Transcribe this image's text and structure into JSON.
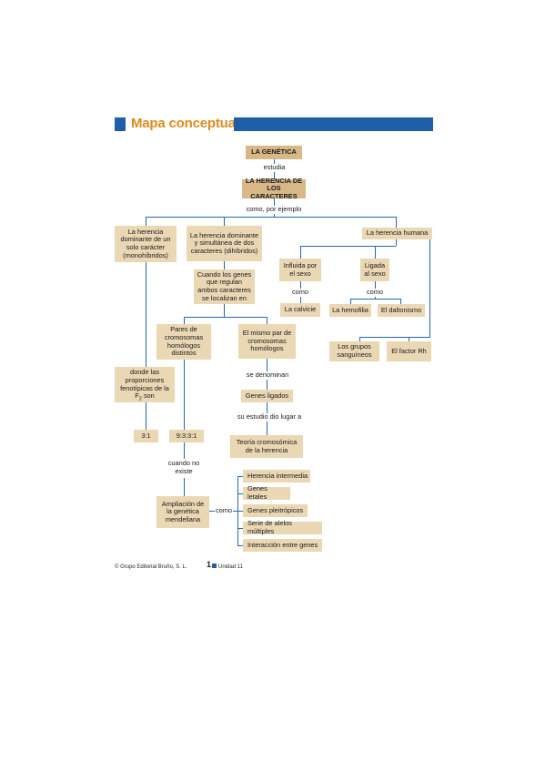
{
  "header": {
    "title": "Mapa conceptual"
  },
  "nodes": {
    "genetica": "LA GENÉTICA",
    "herencia_caracteres": "LA HERENCIA DE LOS CARACTERES",
    "monohibridos": "La herencia dominante de un solo carácter (monohíbridos)",
    "dihibridos": "La herencia dominante y simultánea de dos caracteres (dihíbridos)",
    "herencia_humana": "La herencia humana",
    "genes_regulan": "Cuando los genes que regulan ambos caracteres se localizan en",
    "influida_sexo": "Influida por el sexo",
    "ligada_sexo": "Ligada al sexo",
    "calvicie": "La calvicie",
    "hemofilia": "La hemofilia",
    "daltonismo": "El daltonismo",
    "pares_distintos": "Pares de cromosomas homólogos distintos",
    "mismo_par": "El mismo par de cromosomas homólogos",
    "grupos_sanguineos": "Los grupos sanguíneos",
    "factor_rh": "El factor Rh",
    "proporciones": "donde las proporciones fenotípicas de la F",
    "proporciones_sub": "2",
    "proporciones_end": " son",
    "genes_ligados": "Genes ligados",
    "teoria": "Teoría cromosómica de la herencia",
    "ratio_31": "3:1",
    "ratio_9331": "9:3:3:1",
    "ampliacion": "Ampliación de la genética mendeliana",
    "herencia_intermedia": "Herencia intermedia",
    "genes_letales": "Genes letales",
    "genes_pleiotropicos": "Genes pleitrópicos",
    "serie_alelos": "Serie de alelos múltiples",
    "interaccion_genes": "Interacción entre genes"
  },
  "connectors": {
    "estudia": "estudia",
    "como_por_ejemplo": "como, por ejemplo",
    "como1": "como",
    "como2": "como",
    "se_denominan": "se denominan",
    "su_estudio": "su estudio dio lugar a",
    "cuando_no_existe": "cuando no existe",
    "como3": "como"
  },
  "footer": {
    "publisher": "© Grupo Editorial Bruño, S. L.",
    "page_number": "1",
    "unit": "Unidad 11"
  },
  "colors": {
    "accent_blue": "#1f5fa8",
    "title_orange": "#e08a1c",
    "node_fill": "#ead7b4",
    "node_fill_dark": "#d8b887"
  }
}
